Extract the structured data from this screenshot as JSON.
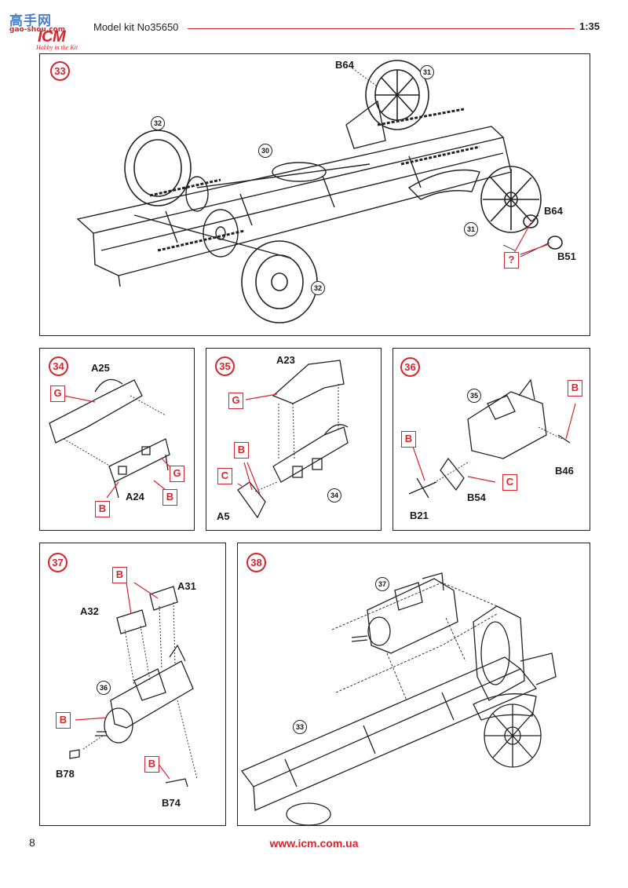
{
  "header": {
    "watermark_cn": "高手网",
    "watermark_domain": "gao-shou.com",
    "brand": "ICM",
    "slogan": "Hobby in the Kit",
    "kit_title": "Model kit No35650",
    "scale": "1:35"
  },
  "steps": {
    "s33": {
      "number": "33",
      "parts": {
        "b64_top": "B64",
        "b64_right": "B64",
        "b51": "B51"
      },
      "refs": {
        "r31_top": "31",
        "r32_left": "32",
        "r30": "30",
        "r31_right": "31",
        "r32_bottom": "32"
      },
      "tags": {
        "q": "?"
      }
    },
    "s34": {
      "number": "34",
      "parts": {
        "a25": "A25",
        "a24": "A24"
      },
      "tags": {
        "g_left": "G",
        "g_right": "G",
        "b_left": "B",
        "b_right": "B"
      }
    },
    "s35": {
      "number": "35",
      "parts": {
        "a23": "A23",
        "a5": "A5"
      },
      "refs": {
        "r34": "34"
      },
      "tags": {
        "g": "G",
        "b": "B",
        "c": "C"
      }
    },
    "s36": {
      "number": "36",
      "parts": {
        "b46": "B46",
        "b54": "B54",
        "b21": "B21"
      },
      "refs": {
        "r35": "35"
      },
      "tags": {
        "b_right": "B",
        "b_left": "B",
        "c": "C"
      }
    },
    "s37": {
      "number": "37",
      "parts": {
        "a31": "A31",
        "a32": "A32",
        "b78": "B78",
        "b74": "B74"
      },
      "refs": {
        "r36": "36"
      },
      "tags": {
        "b_top": "B",
        "b_left": "B",
        "b_bottom": "B"
      }
    },
    "s38": {
      "number": "38",
      "refs": {
        "r37": "37",
        "r33": "33"
      }
    }
  },
  "footer": {
    "page_number": "8",
    "website": "www.icm.com.ua"
  },
  "colors": {
    "accent": "#d8252d",
    "line": "#222222",
    "watermark_blue": "#4a7fc8"
  }
}
